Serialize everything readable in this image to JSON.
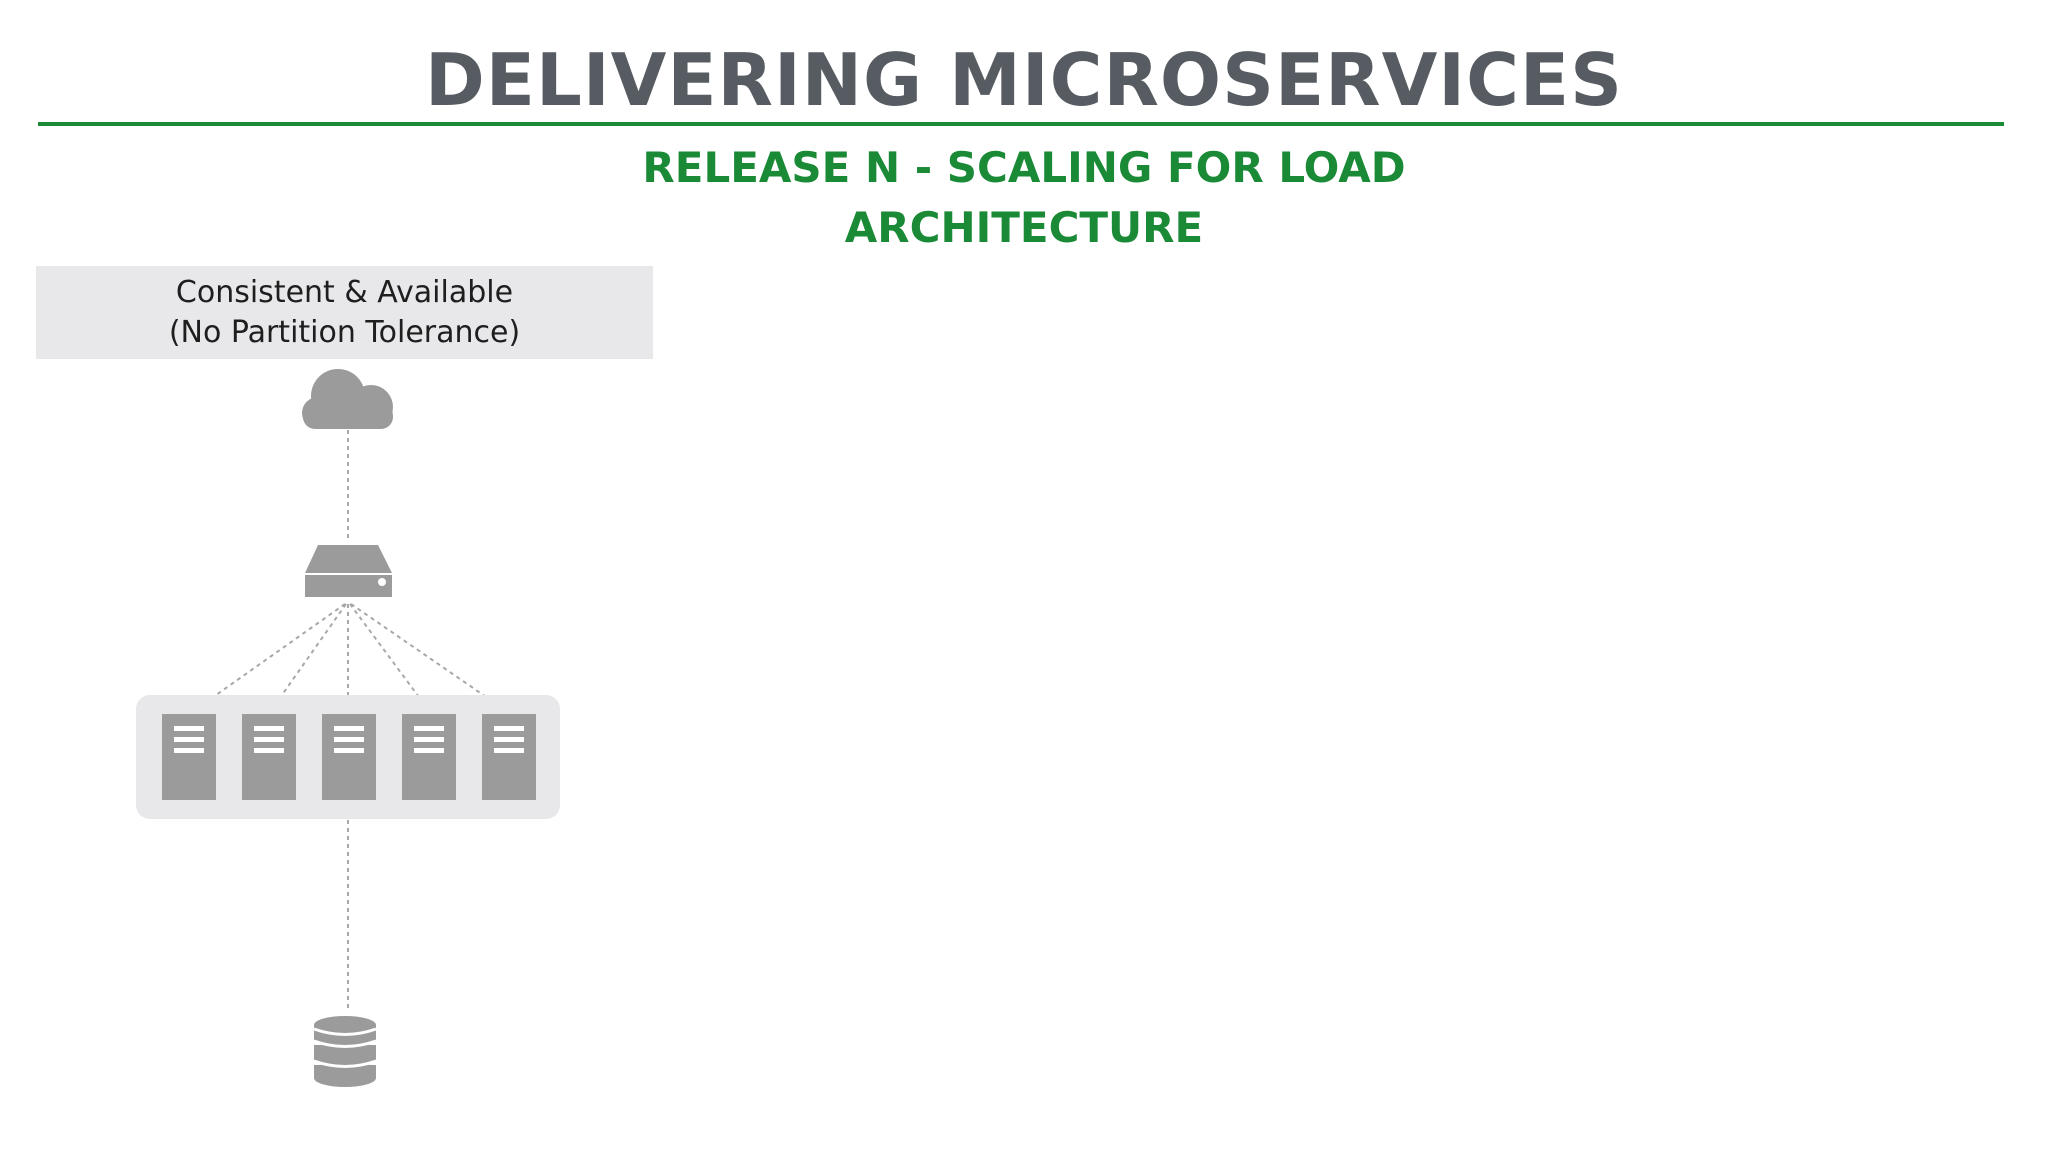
{
  "header": {
    "title": "DELIVERING MICROSERVICES",
    "subtitle_line1": "RELEASE N - SCALING FOR LOAD",
    "subtitle_line2": "ARCHITECTURE"
  },
  "diagram": {
    "label_line1": "Consistent & Available",
    "label_line2": "(No Partition Tolerance)",
    "nodes": [
      {
        "id": "cloud",
        "icon": "cloud-icon"
      },
      {
        "id": "load-balancer",
        "icon": "load-balancer-icon"
      },
      {
        "id": "server-cluster",
        "icon": "server-icon",
        "count": 5
      },
      {
        "id": "database",
        "icon": "database-icon"
      }
    ]
  },
  "colors": {
    "title": "#575c62",
    "accent_green": "#1a8a36",
    "icon_gray": "#9b9b9b",
    "panel_gray": "#e8e8ea",
    "connector": "#a8a8a8"
  }
}
